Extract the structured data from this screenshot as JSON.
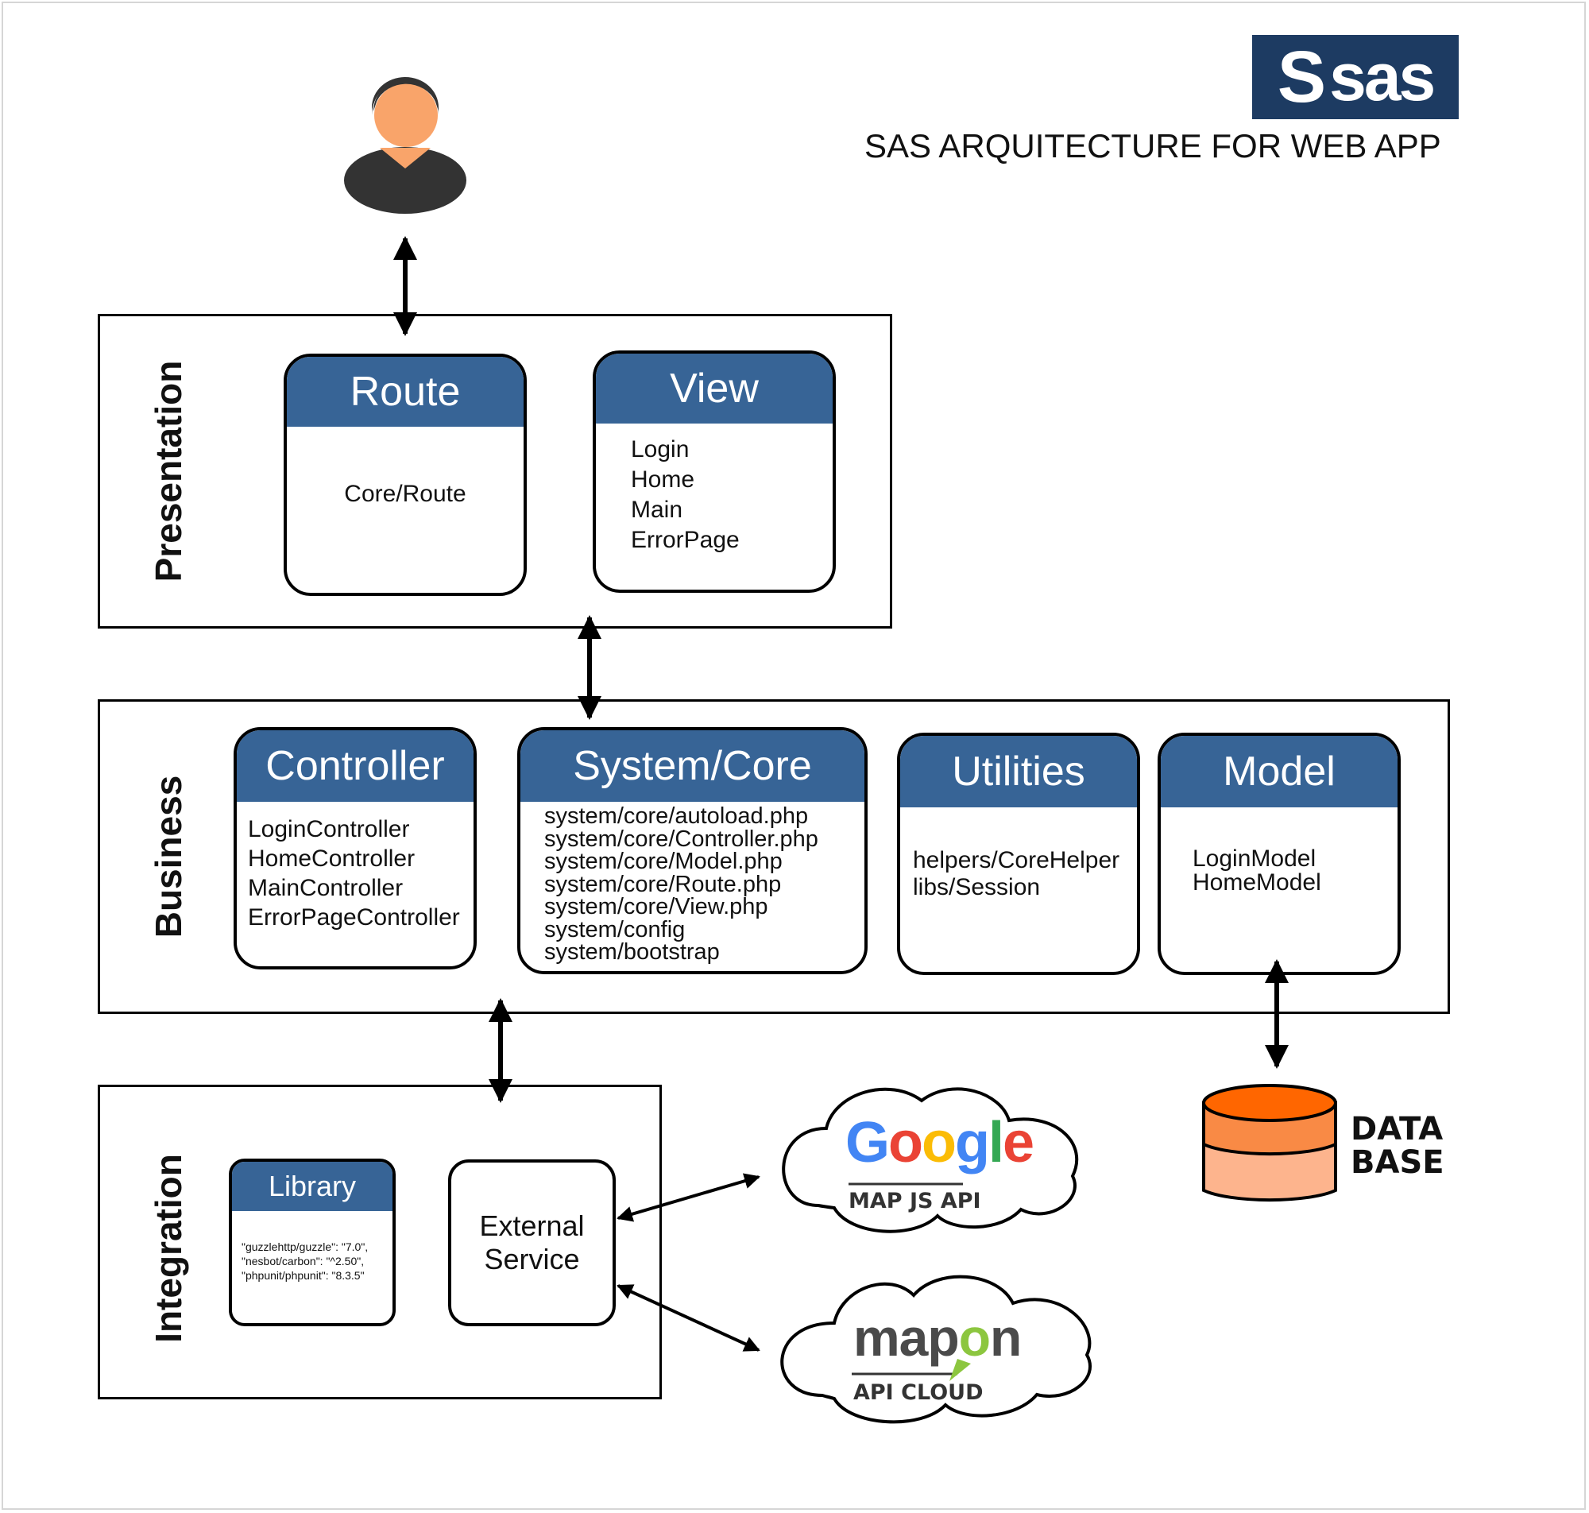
{
  "title": "SAS ARQUITECTURE FOR WEB APP",
  "logo": {
    "text": "sas",
    "mark": "S",
    "bg_color": "#1d3b62"
  },
  "header_color": "#376496",
  "layers": {
    "presentation": {
      "label": "Presentation"
    },
    "business": {
      "label": "Business"
    },
    "integration": {
      "label": "Integration"
    }
  },
  "components": {
    "route": {
      "title": "Route",
      "items": [
        "Core/Route"
      ]
    },
    "view": {
      "title": "View",
      "items": [
        "Login",
        "Home",
        "Main",
        "ErrorPage"
      ]
    },
    "controller": {
      "title": "Controller",
      "items": [
        "LoginController",
        "HomeController",
        "MainController",
        "ErrorPageController"
      ]
    },
    "system_core": {
      "title": "System/Core",
      "items": [
        "system/core/autoload.php",
        "system/core/Controller.php",
        "system/core/Model.php",
        "system/core/Route.php",
        "system/core/View.php",
        "system/config",
        "system/bootstrap"
      ]
    },
    "utilities": {
      "title": "Utilities",
      "items": [
        "helpers/CoreHelper",
        "libs/Session"
      ]
    },
    "model": {
      "title": "Model",
      "items": [
        "LoginModel",
        "HomeModel"
      ]
    },
    "library": {
      "title": "Library",
      "items": [
        "\"guzzlehttp/guzzle\": \"7.0\",",
        "\"nesbot/carbon\": \"^2.50\",",
        "\"phpunit/phpunit\": \"8.3.5\""
      ]
    },
    "external_service": {
      "lines": [
        "External",
        "Service"
      ]
    }
  },
  "database": {
    "line1": "DATA",
    "line2": "BASE",
    "colors": [
      "#ff6600",
      "#f98a45",
      "#fdb48d"
    ]
  },
  "google_cloud": {
    "logo": "Google",
    "caption": "MAP JS API",
    "logo_colors": [
      "#4285f4",
      "#ea4335",
      "#fbbc05",
      "#4285f4",
      "#34a853",
      "#ea4335"
    ]
  },
  "mapon_cloud": {
    "logo_start": "map",
    "logo_o": "o",
    "logo_end": "n",
    "caption": "API CLOUD",
    "text_color": "#4a4a4a",
    "accent_color": "#8cc63f"
  },
  "user": {
    "icon": "user-icon",
    "skin_color": "#f9a46a",
    "body_color": "#333333"
  }
}
